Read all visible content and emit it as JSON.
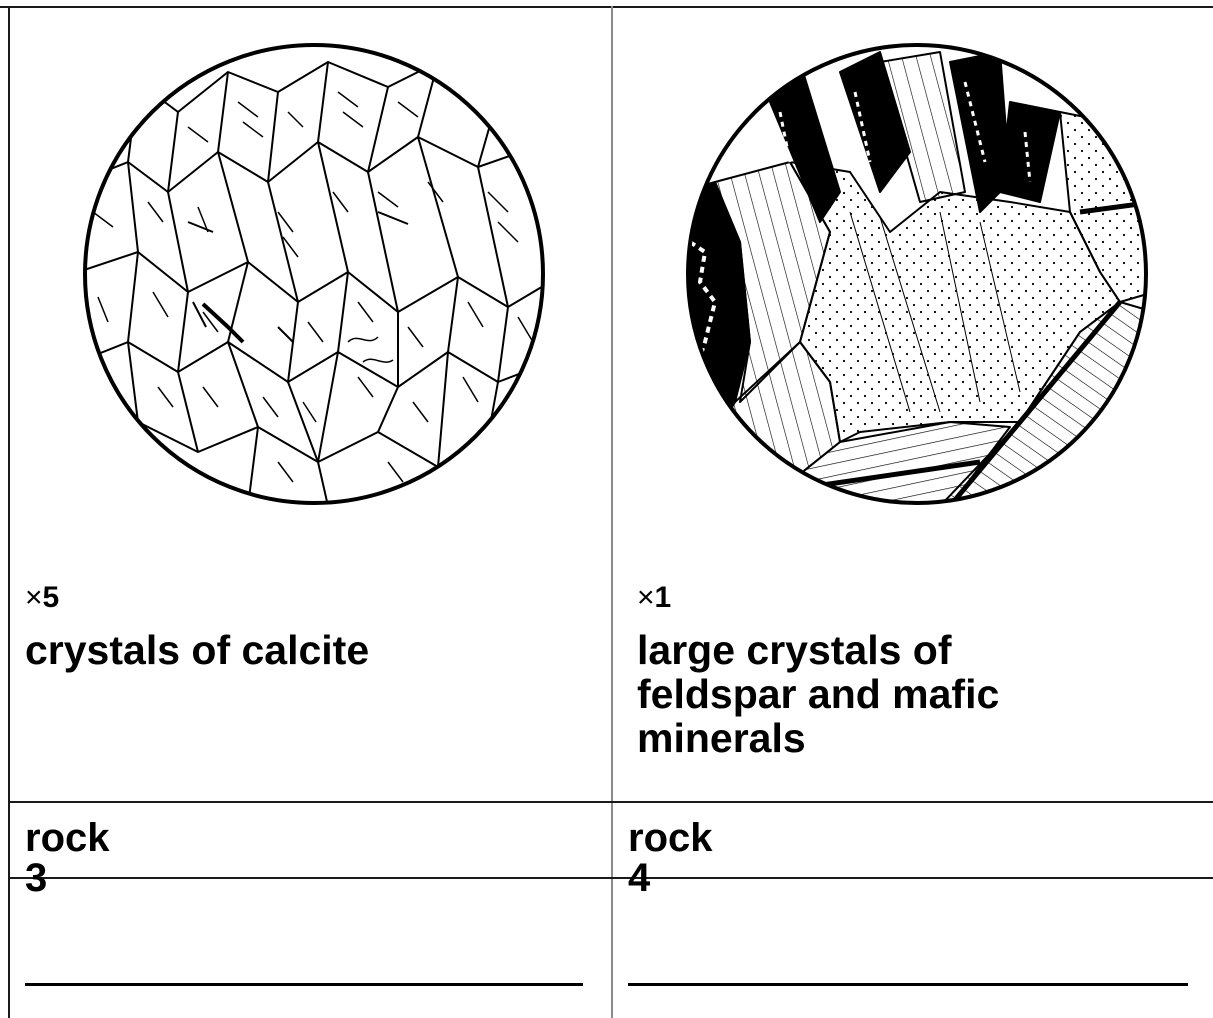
{
  "cells": [
    {
      "illustration": "calcite-crystals-micrograph",
      "magnification_symbol": "×",
      "magnification_value": "5",
      "caption": "crystals of calcite",
      "rock_label": "rock 3",
      "answer_blank": ""
    },
    {
      "illustration": "feldspar-mafic-crystals-micrograph",
      "magnification_symbol": "×",
      "magnification_value": "1",
      "caption": "large crystals of feldspar and mafic minerals",
      "rock_label": "rock 4",
      "answer_blank": ""
    }
  ]
}
